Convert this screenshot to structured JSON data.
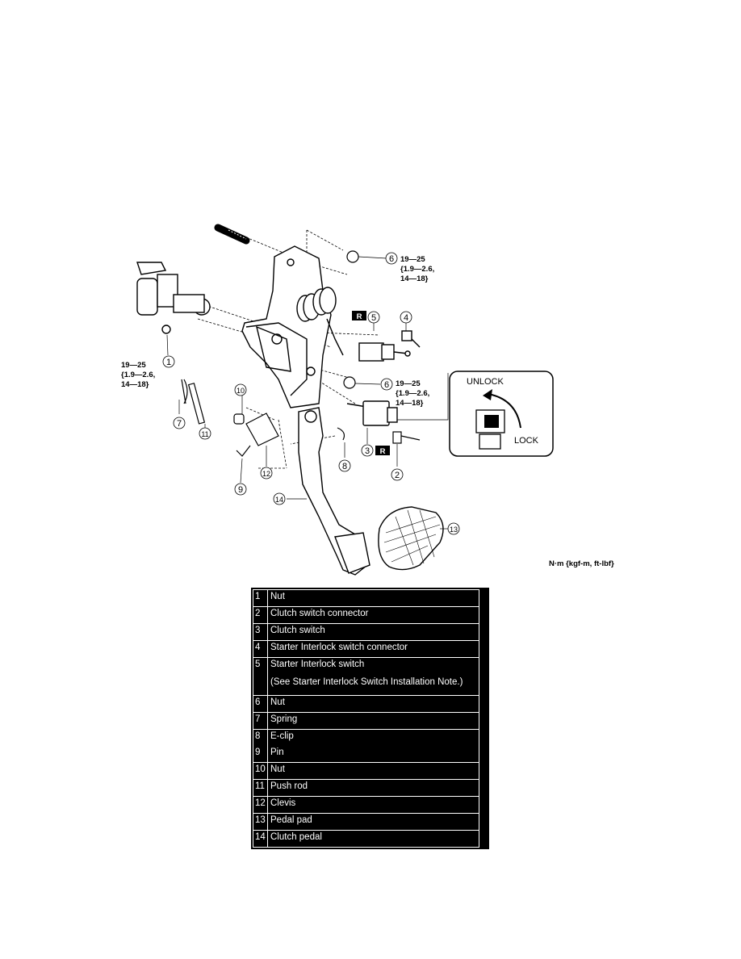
{
  "diagram": {
    "torque_specs": {
      "top": [
        "19—25",
        "{1.9—2.6,",
        "14—18}"
      ],
      "left": [
        "19—25",
        "{1.9—2.6,",
        "14—18}"
      ],
      "middle": [
        "19—25",
        "{1.9—2.6,",
        "14—18}"
      ]
    },
    "callouts": [
      "1",
      "2",
      "3",
      "4",
      "5",
      "6",
      "6",
      "7",
      "8",
      "9",
      "10",
      "11",
      "12",
      "13",
      "14"
    ],
    "replace_marks": [
      "R",
      "R"
    ],
    "inset": {
      "unlock": "UNLOCK",
      "lock": "LOCK"
    },
    "units": "N·m {kgf-m, ft-lbf}"
  },
  "legend": {
    "rows": [
      {
        "num": "1",
        "desc": [
          "Nut"
        ]
      },
      {
        "num": "2",
        "desc": [
          "Clutch switch connector"
        ]
      },
      {
        "num": "3",
        "desc": [
          "Clutch switch"
        ]
      },
      {
        "num": "4",
        "desc": [
          "Starter Interlock switch connector"
        ]
      },
      {
        "num": "5",
        "desc": [
          "Starter Interlock switch",
          "(See Starter Interlock Switch Installation Note.)"
        ]
      },
      {
        "num": "6",
        "desc": [
          "Nut"
        ]
      },
      {
        "num": "7",
        "desc": [
          "Spring"
        ]
      },
      {
        "num": "8",
        "desc": [
          "E-clip"
        ],
        "merged_with_next": true
      },
      {
        "num": "9",
        "desc": [
          "Pin"
        ]
      },
      {
        "num": "10",
        "desc": [
          "Nut"
        ]
      },
      {
        "num": "11",
        "desc": [
          "Push rod"
        ]
      },
      {
        "num": "12",
        "desc": [
          "Clevis"
        ]
      },
      {
        "num": "13",
        "desc": [
          "Pedal pad"
        ]
      },
      {
        "num": "14",
        "desc": [
          "Clutch pedal"
        ]
      }
    ]
  }
}
